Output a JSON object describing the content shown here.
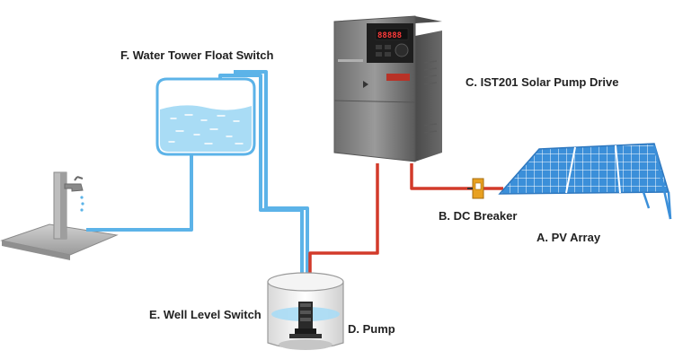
{
  "labels": {
    "float_switch": "F. Water Tower Float Switch",
    "pump_drive": "C. IST201 Solar Pump Drive",
    "dc_breaker": "B. DC Breaker",
    "pv_array": "A. PV Array",
    "well_level_switch": "E. Well Level Switch",
    "pump": "D. Pump"
  },
  "colors": {
    "water_pipe": "#5cb3e8",
    "power_cable": "#d23a2a",
    "water": "#a9dcf5",
    "solar_panel": "#3b8fd9",
    "drive_body": "#8a8a8a",
    "breaker": "#e8a020"
  }
}
